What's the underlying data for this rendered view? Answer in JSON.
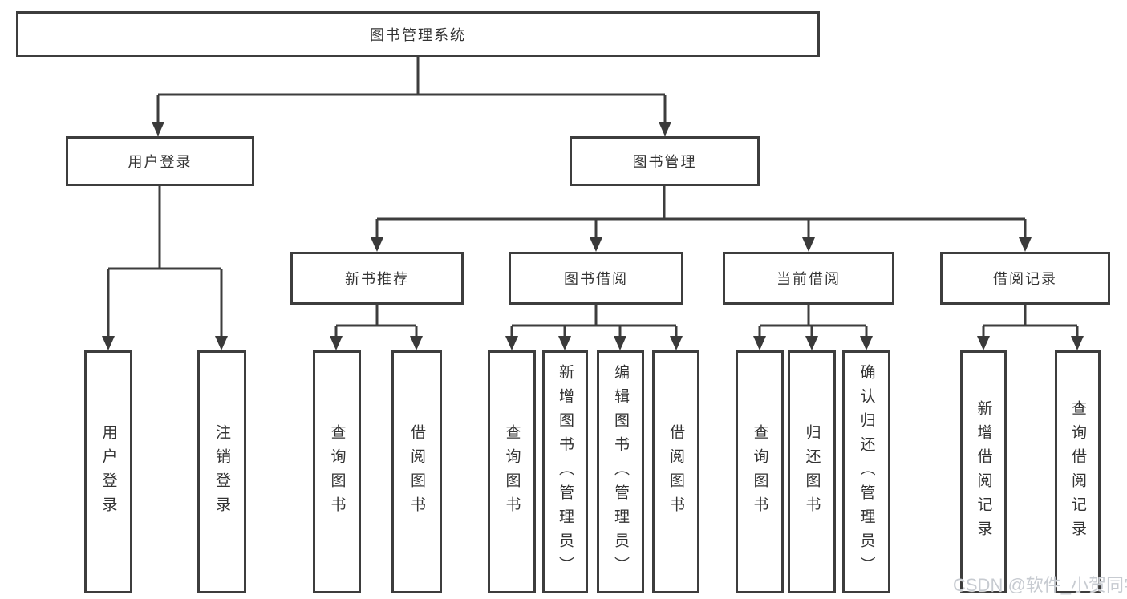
{
  "tree": {
    "root": {
      "label": "图书管理系统"
    },
    "branches": [
      {
        "label": "用户登录",
        "children": [
          {
            "label": "用户登录"
          },
          {
            "label": "注销登录"
          }
        ]
      },
      {
        "label": "图书管理",
        "groups": [
          {
            "label": "新书推荐",
            "children": [
              {
                "label": "查询图书"
              },
              {
                "label": "借阅图书"
              }
            ]
          },
          {
            "label": "图书借阅",
            "children": [
              {
                "label": "查询图书"
              },
              {
                "label": "新增图书（管理员）"
              },
              {
                "label": "编辑图书（管理员）"
              },
              {
                "label": "借阅图书"
              }
            ]
          },
          {
            "label": "当前借阅",
            "children": [
              {
                "label": "查询图书"
              },
              {
                "label": "归还图书"
              },
              {
                "label": "确认归还（管理员）"
              }
            ]
          },
          {
            "label": "借阅记录",
            "children": [
              {
                "label": "新增借阅记录"
              },
              {
                "label": "查询借阅记录"
              }
            ]
          }
        ]
      }
    ]
  },
  "watermark": {
    "text": "CSDN @软件_小贺同学"
  },
  "colors": {
    "line": "#3d3d3d",
    "text": "#333333",
    "watermark": "#c7cbd1",
    "background": "#ffffff"
  }
}
